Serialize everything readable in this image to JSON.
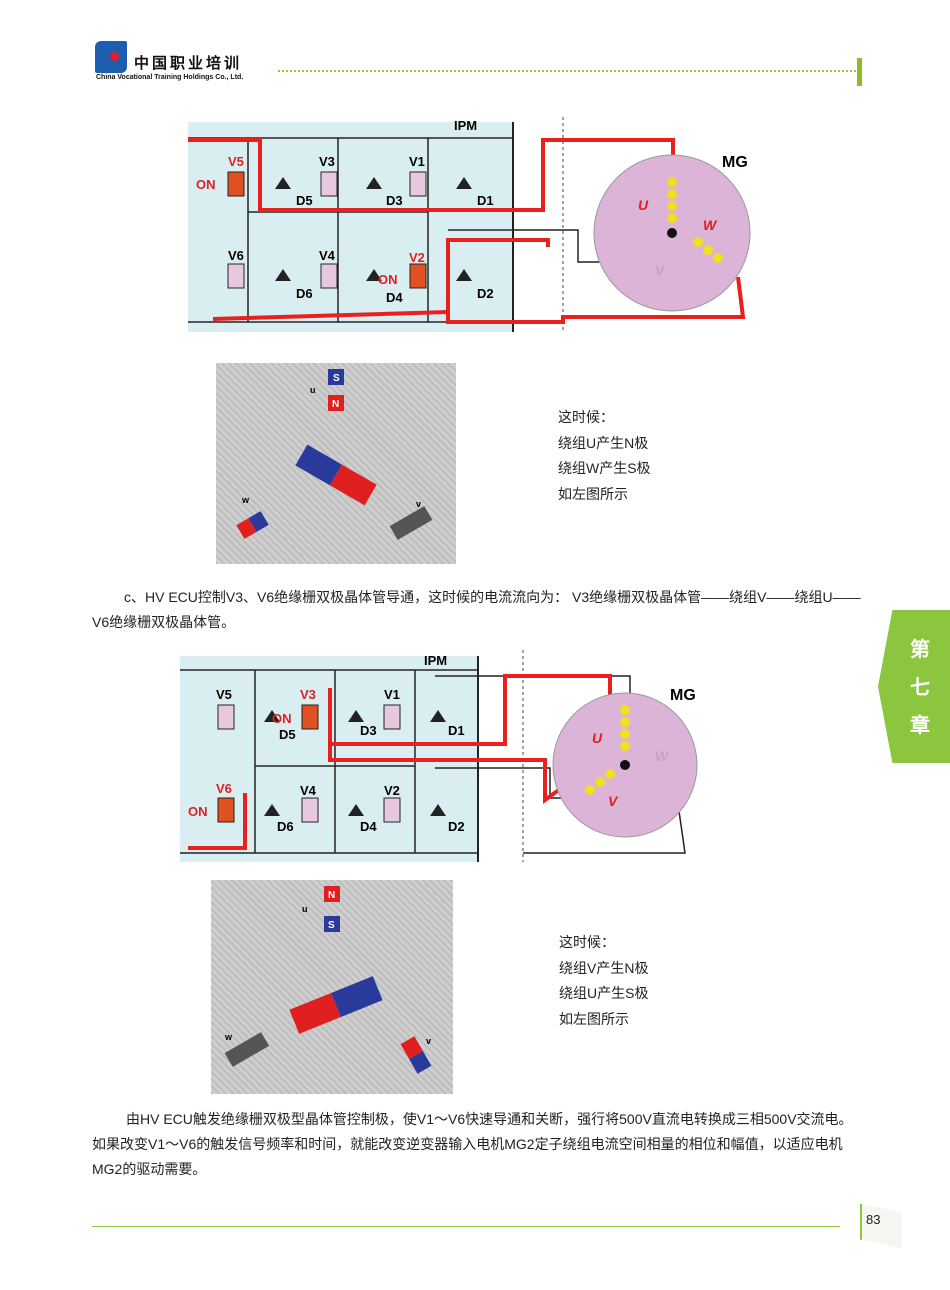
{
  "header": {
    "logo_cn": "中国职业培训",
    "logo_en": "China Vocational Training Holdings Co., Ltd."
  },
  "diagram1": {
    "ipm": "IPM",
    "mg": "MG",
    "on_a": "ON",
    "on_b": "ON",
    "v5": "V5",
    "v3": "V3",
    "v1": "V1",
    "v6": "V6",
    "v4": "V4",
    "v2": "V2",
    "d5": "D5",
    "d3": "D3",
    "d1": "D1",
    "d6": "D6",
    "d4": "D4",
    "d2": "D2",
    "u": "U",
    "v": "V",
    "w": "W"
  },
  "magnet1": {
    "u": "u",
    "w": "w",
    "v": "v",
    "s": "S",
    "n": "N"
  },
  "note1": [
    "这时候：",
    "绕组U产生N极",
    "绕组W产生S极",
    "如左图所示"
  ],
  "para_c": "c、HV  ECU控制V3、V6绝缘栅双极晶体管导通，这时候的电流流向为：  V3绝缘栅双极晶体管——绕组V——绕组U——V6绝缘栅双极晶体管。",
  "diagram2": {
    "ipm": "IPM",
    "mg": "MG",
    "on_a": "ON",
    "on_b": "ON",
    "v5": "V5",
    "v3": "V3",
    "v1": "V1",
    "v6": "V6",
    "v4": "V4",
    "v2": "V2",
    "d5": "D5",
    "d3": "D3",
    "d1": "D1",
    "d6": "D6",
    "d4": "D4",
    "d2": "D2",
    "u": "U",
    "v": "V",
    "w": "W"
  },
  "magnet2": {
    "u": "u",
    "w": "w",
    "v": "v",
    "s": "S",
    "n": "N"
  },
  "note2": [
    "这时候：",
    "绕组V产生N极",
    "绕组U产生S极",
    "如左图所示"
  ],
  "para_final": "由HV  ECU触发绝缘栅双极型晶体管控制极，使V1～V6快速导通和关断，强行将500V直流电转换成三相500V交流电。如果改变V1～V6的触发信号频率和时间，就能改变逆变器输入电机MG2定子绕组电流空间相量的相位和幅值，以适应电机MG2的驱动需要。",
  "side_tab": [
    "第",
    "七",
    "章"
  ],
  "page_number": "83"
}
